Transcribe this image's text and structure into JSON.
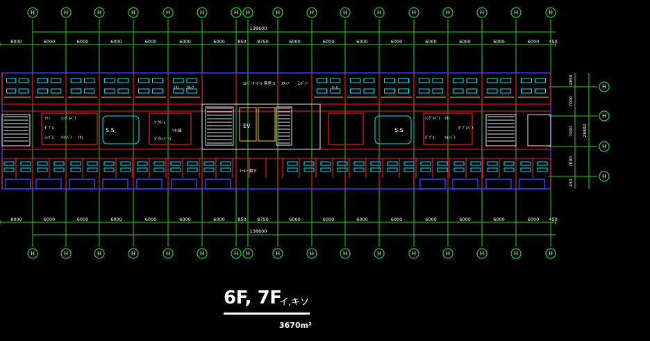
{
  "plan": {
    "title": "6F, 7F",
    "subtitle": "イ,キソ",
    "area": "3670m²"
  },
  "colors": {
    "background": "#000000",
    "grid": "#2cd12c",
    "wall_red": "#ff2020",
    "wall_blue": "#4040ff",
    "wall_yellow": "#ffd21f",
    "fixture_cyan": "#00e5ff"
  },
  "grid_x": [
    "H",
    "H",
    "H",
    "H",
    "H",
    "H",
    "H",
    "H",
    "H",
    "H",
    "H",
    "H",
    "H",
    "H",
    "H",
    "H",
    "H"
  ],
  "grid_y": [
    "H",
    "H",
    "H",
    "H"
  ],
  "dims_top": {
    "total": "138600",
    "spans": [
      "8000",
      "6000",
      "6000",
      "6000",
      "6000",
      "6000",
      "6000",
      "850",
      "8750",
      "6000",
      "6000",
      "6000",
      "6000",
      "6000",
      "6000",
      "6000",
      "6000",
      "450"
    ]
  },
  "dims_bottom": {
    "total": "138600",
    "spans": [
      "8000",
      "6000",
      "6000",
      "6000",
      "6000",
      "6000",
      "6000",
      "850",
      "8750",
      "6000",
      "6000",
      "6000",
      "6000",
      "6000",
      "6000",
      "6000",
      "6000",
      "450"
    ]
  },
  "dims_right": {
    "spans": [
      "2850",
      "7000",
      "7000",
      "7000",
      "450"
    ],
    "total": "28800"
  },
  "rooms": {
    "left_ss": "S.S",
    "right_ss": "S.S",
    "ev": "EV",
    "left_rooms": [
      "ｼﾝｸﾞﾙﾍﾞﾄ",
      "ﾂｲﾝ",
      "ﾘﾈﾝ",
      "ﾀﾞﾌﾞﾙ",
      "ﾂｲﾝﾍﾞﾄ",
      "ｼﾝｸﾞﾙ",
      "ﾜｰｸﾙｰﾑ",
      "ﾘﾈﾝ庫",
      "ﾀﾞｸﾄｽﾍﾟｰｽ"
    ],
    "core_rooms": [
      "ﾘﾈﾝ",
      "ｽﾀｯﾌ",
      "ｴﾚﾍﾞｰﾀｰﾎｰﾙ",
      "客室 3",
      "ｽﾀｯﾌ",
      "ﾗﾝﾄﾞﾘｰ",
      "ﾎｰﾙ"
    ],
    "right_rooms": [
      "ｼﾝｸﾞﾙﾍﾞﾄ",
      "ﾂｲﾝ",
      "ﾀﾞﾌﾞﾙ",
      "ﾂｲﾝﾍﾞﾄ",
      "ﾀﾞﾌﾞﾙﾍﾞﾄ"
    ],
    "corridor": "ﾎｰﾙ・廊下"
  }
}
